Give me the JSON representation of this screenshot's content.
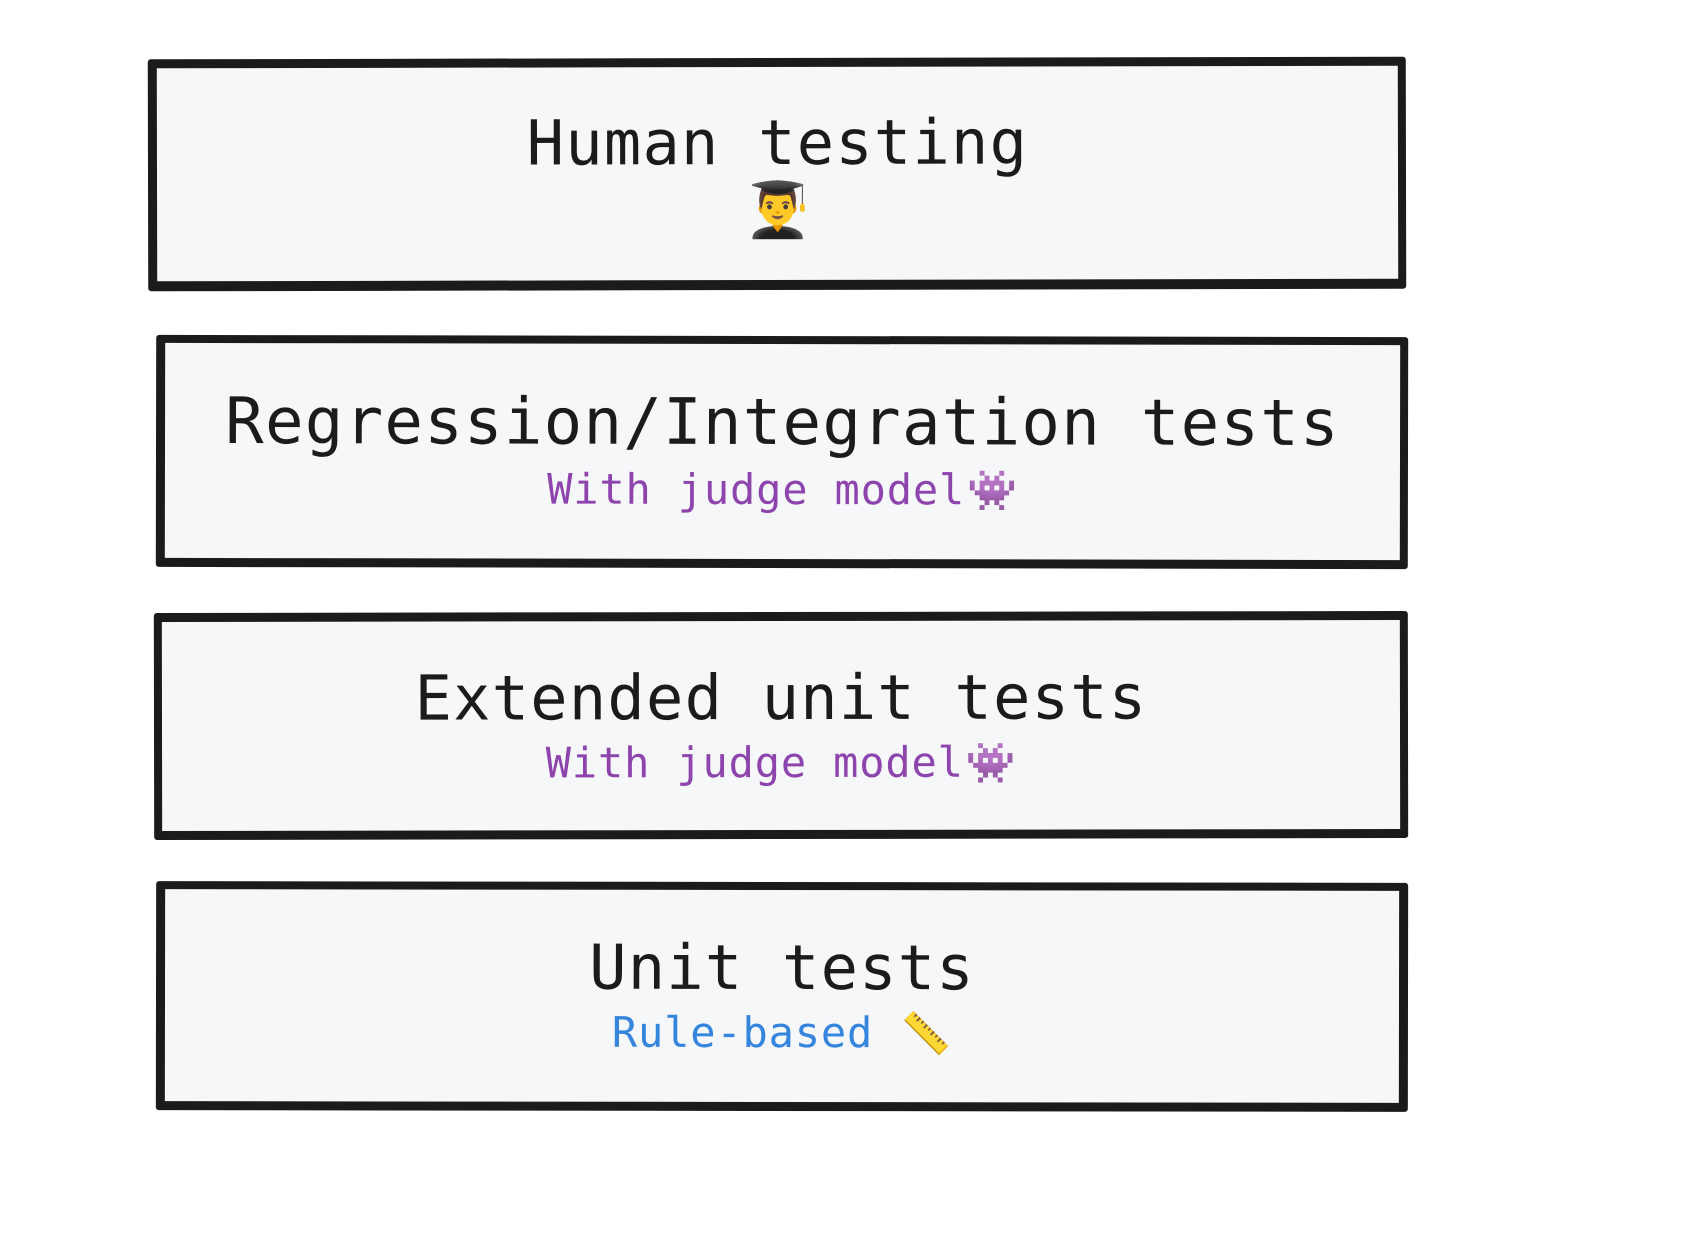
{
  "diagram": {
    "name": "testing-pyramid",
    "background_color": "#ffffff",
    "box_fill_color": "#f5f7f9",
    "box_border_color": "#1b1b1d",
    "layers": [
      {
        "id": "human-testing",
        "title": "Human testing",
        "emoji": "👨‍🎓",
        "emoji_name": "graduate-emoji",
        "subtitle": "",
        "subtitle_emoji": "",
        "subtitle_emoji_name": "",
        "subtitle_color": ""
      },
      {
        "id": "regression-integration-tests",
        "title": "Regression/Integration tests",
        "emoji": "",
        "emoji_name": "",
        "subtitle": "With judge model",
        "subtitle_emoji": "👾",
        "subtitle_emoji_name": "space-invader-emoji",
        "subtitle_color": "#8e44ad"
      },
      {
        "id": "extended-unit-tests",
        "title": "Extended unit tests",
        "emoji": "",
        "emoji_name": "",
        "subtitle": "With judge model",
        "subtitle_emoji": "👾",
        "subtitle_emoji_name": "space-invader-emoji",
        "subtitle_color": "#8e44ad"
      },
      {
        "id": "unit-tests",
        "title": "Unit tests",
        "emoji": "",
        "emoji_name": "",
        "subtitle": "Rule-based",
        "subtitle_emoji": "📏",
        "subtitle_emoji_name": "ruler-emoji",
        "subtitle_color": "#3585dc"
      }
    ]
  }
}
